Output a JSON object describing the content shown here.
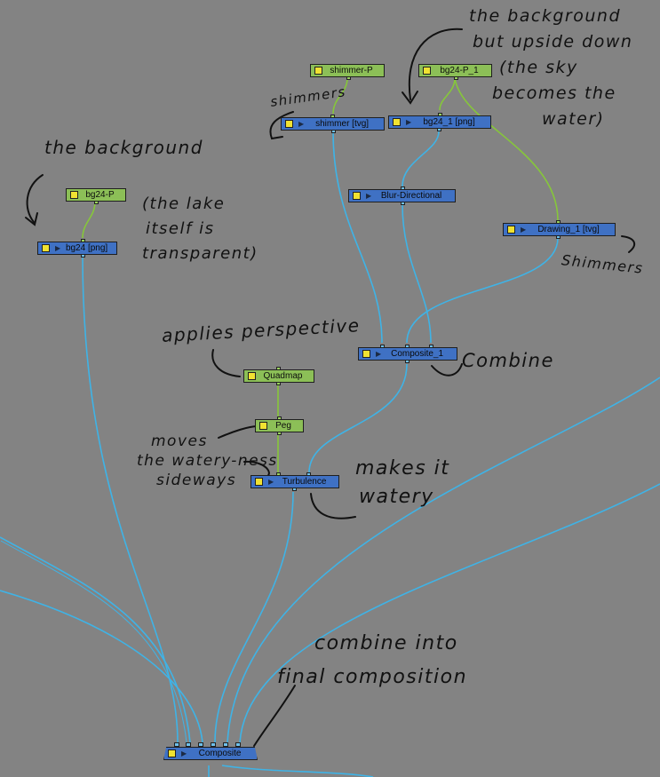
{
  "nodes": {
    "shimmer_p": "shimmer-P",
    "bg24_p_1": "bg24-P_1",
    "shimmer_tvg": "shimmer  [tvg]",
    "bg24_1_png": "bg24_1  [png]",
    "blur_directional": "Blur-Directional",
    "drawing_1_tvg": "Drawing_1  [tvg]",
    "bg24_p": "bg24-P",
    "bg24_png": "bg24  [png]",
    "composite_1": "Composite_1",
    "quadmap": "Quadmap",
    "peg": "Peg",
    "turbulence": "Turbulence",
    "composite": "Composite"
  },
  "annotations": {
    "background_upside_down": [
      "the    background",
      "but  upside  down",
      "(the  sky",
      "becomes  the",
      "water)"
    ],
    "shimmers_left": "shimmers",
    "the_background": "the  background",
    "lake_transparent": [
      "(the  lake",
      "itself  is",
      "transparent)"
    ],
    "shimmers_right": "Shimmers",
    "applies_perspective": "applies  perspective",
    "combine": "Combine",
    "moves_wateryness": [
      "moves",
      "the  watery-ness",
      "sideways"
    ],
    "makes_it_watery": [
      "makes  it",
      "watery"
    ],
    "combine_final": [
      "combine  into",
      "final  composition"
    ]
  },
  "colors": {
    "background": "#838383",
    "peg_node": "#8cbf57",
    "module_node": "#3f71c4",
    "cable_image": "#3fb3e6",
    "cable_matrix": "#86c73a",
    "enable_box": "#f0e232"
  }
}
